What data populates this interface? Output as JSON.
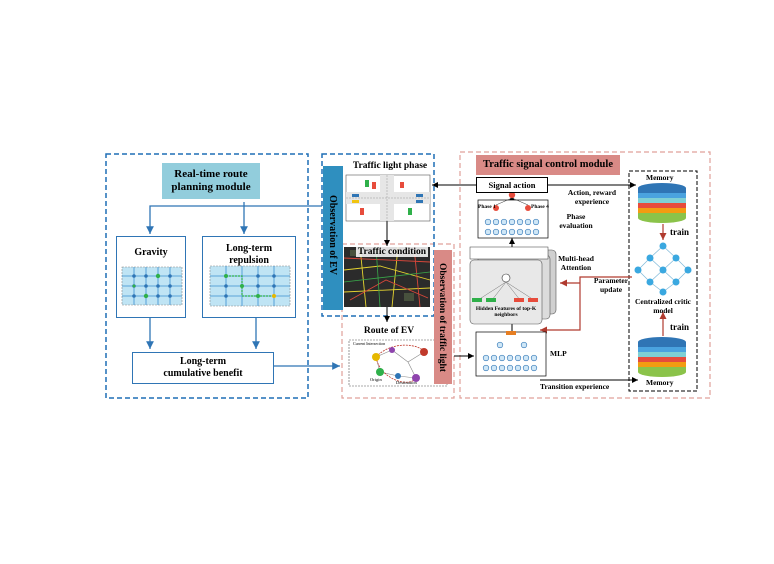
{
  "route_module": {
    "title": "Real-time route planning module",
    "gravity": "Gravity",
    "repulsion": "Long-term repulsion",
    "benefit": "Long-term cumulative benefit"
  },
  "observation_ev": {
    "vertical_label": "Observation of EV",
    "traffic_light_phase": "Traffic light phase",
    "traffic_condition": "Traffic condition",
    "route_of_ev": "Route of EV",
    "route_labels": [
      "Current Intersection",
      "Origin",
      "Destination"
    ]
  },
  "observation_light": {
    "vertical_label": "Observation of traffic light"
  },
  "signal_module": {
    "title": "Traffic signal control module",
    "signal_action": "Signal action",
    "action_reward": "Action, reward experience",
    "phase_evaluation": "Phase evaluation",
    "phase1": "Phase 1",
    "phase4": "Phase 4",
    "multi_head": "Multi-head Attention",
    "hidden_features": "Hidden Features of top-K neighbors",
    "mlp": "MLP",
    "transition": "Transition experience",
    "parameter_update": "Parameter update",
    "memory_top": "Memory",
    "memory_bottom": "Memory",
    "train_top": "train",
    "train_bottom": "train",
    "critic": "Centralized critic model"
  },
  "colors": {
    "blue_dash": "#1f6fb5",
    "red_dash": "#e0a09a",
    "title_fill": "#92cddc",
    "signal_title_fill": "#d98a86",
    "vertical_blue": "#2f8fbf",
    "arrow_blue": "#2f75b5",
    "arrow_red": "#c0504d"
  }
}
